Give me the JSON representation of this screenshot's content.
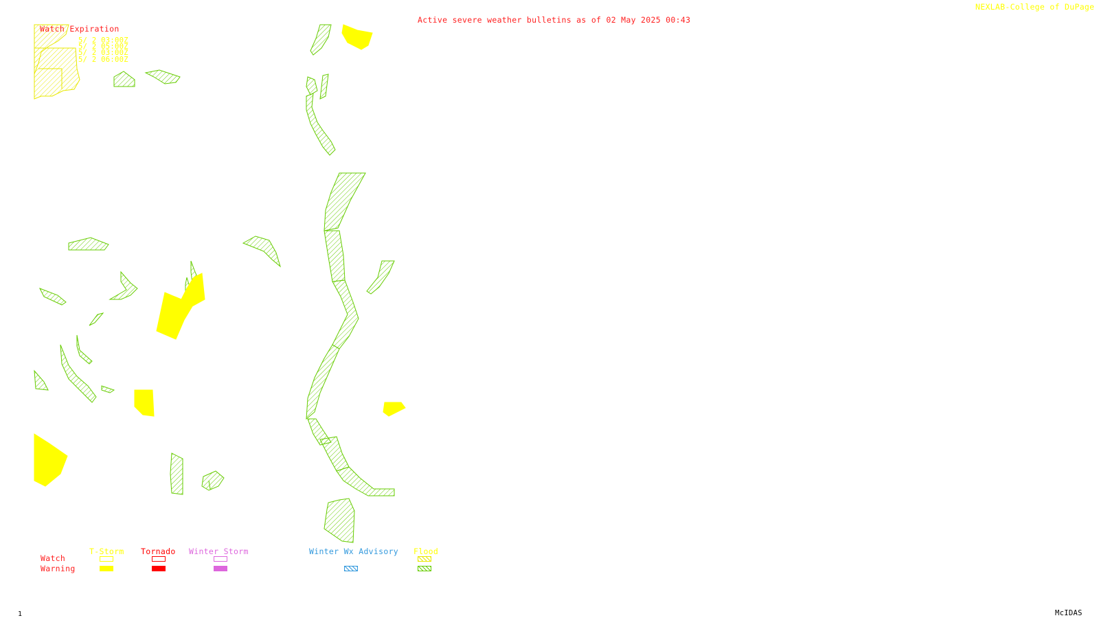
{
  "header": {
    "title": "Active severe weather bulletins as of 02 May 2025 00:43",
    "credit": "NEXLAB-College of DuPage R"
  },
  "watch_expiration": {
    "heading": "Watch Expiration",
    "times": [
      "5/ 2 03:00Z",
      "5/ 2 05:00Z",
      "5/ 2 03:00Z",
      "5/ 2 06:00Z"
    ]
  },
  "legend": {
    "row_labels": {
      "watch": "Watch",
      "warning": "Warning"
    },
    "columns": {
      "tstorm": "T-Storm",
      "tornado": "Tornado",
      "winter_storm": "Winter Storm",
      "winter_advisory": "Winter Wx Advisory",
      "flood": "Flood"
    }
  },
  "footer": {
    "frame_number": "1",
    "software": "McIDAS"
  },
  "colors": {
    "title_red": "#ff2020",
    "tstorm_yellow": "#ffff00",
    "tornado_red": "#ff0000",
    "winter_storm_magenta": "#dd66dd",
    "winter_advisory_blue": "#3399dd",
    "flood_green": "#66cc00"
  }
}
